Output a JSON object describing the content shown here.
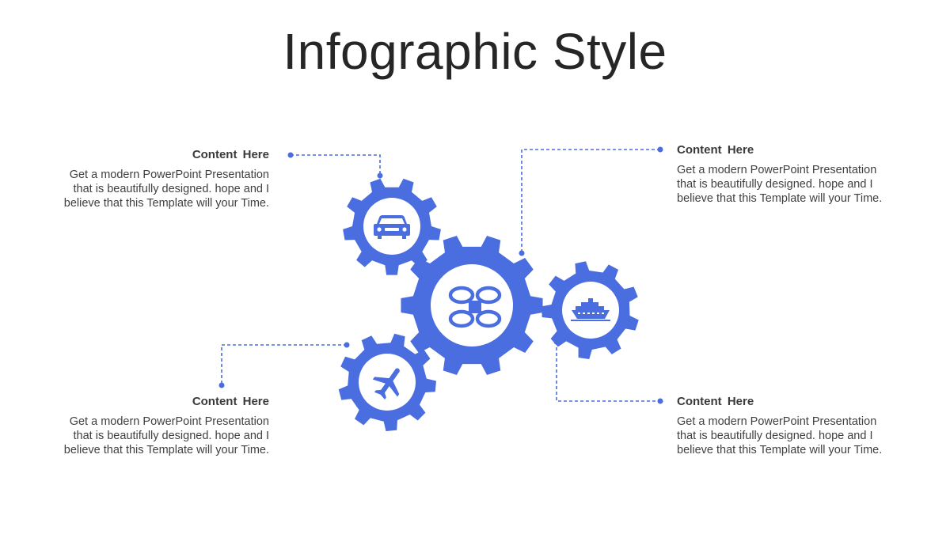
{
  "title": "Infographic Style",
  "colors": {
    "accent": "#4a6de0",
    "text": "#404040",
    "title": "#262626"
  },
  "blocks": {
    "top_left": {
      "heading": "Content  Here",
      "body": "Get a modern PowerPoint Presentation that is beautifully designed. hope and I believe that this Template will your Time."
    },
    "bottom_left": {
      "heading": "Content  Here",
      "body": "Get a modern PowerPoint Presentation that is beautifully designed. hope and I believe that this Template will your Time."
    },
    "top_right": {
      "heading": "Content  Here",
      "body": "Get a modern PowerPoint Presentation that is beautifully designed. hope and I believe that this Template will your Time."
    },
    "bottom_right": {
      "heading": "Content  Here",
      "body": "Get a modern PowerPoint Presentation that is beautifully designed. hope and I believe that this Template will your Time."
    }
  },
  "gears": [
    {
      "icon": "car-icon"
    },
    {
      "icon": "drone-icon"
    },
    {
      "icon": "ship-icon"
    },
    {
      "icon": "airplane-icon"
    }
  ]
}
